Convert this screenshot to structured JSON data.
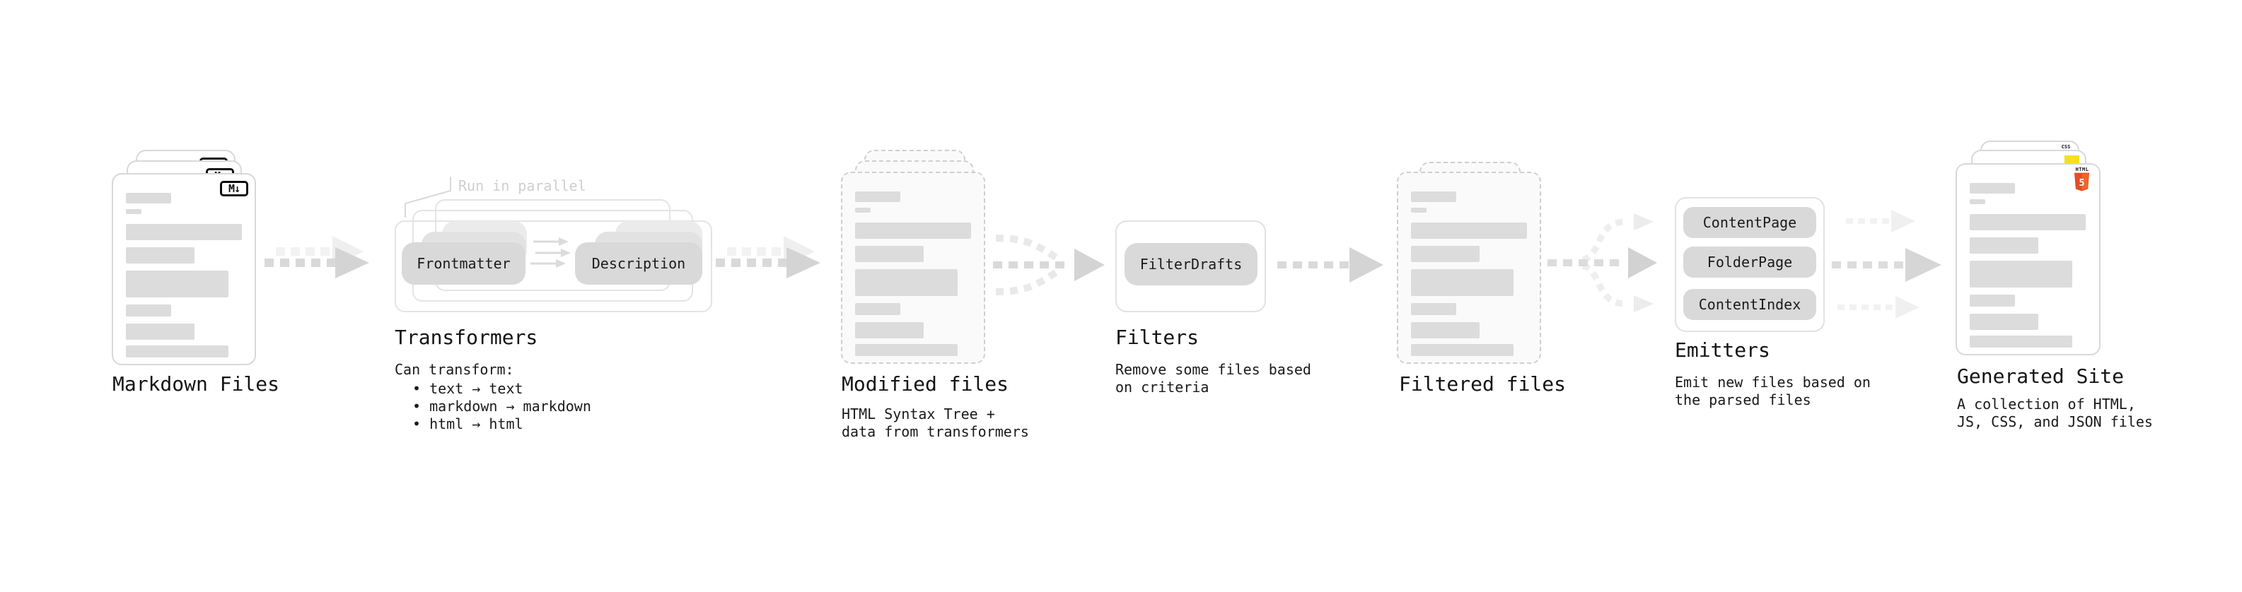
{
  "colors": {
    "pill_gray": "#d9d9d9",
    "arrow_gray": "#d4d4d4",
    "arrow_light": "#efefef",
    "html5_orange": "#e44d26",
    "html5_orange_light": "#f16529",
    "js_yellow": "#f7df1e",
    "css_blue": "#2d65e8"
  },
  "stages": {
    "markdown_files": {
      "title": "Markdown Files",
      "badge": "M↓"
    },
    "transformers": {
      "annotation": "Run in parallel",
      "pills": [
        "Frontmatter",
        "Description"
      ],
      "title": "Transformers",
      "description_heading": "Can transform:",
      "bullets": [
        "• text → text",
        "• markdown → markdown",
        "• html → html"
      ]
    },
    "modified_files": {
      "title": "Modified files",
      "subtitle": "HTML Syntax Tree +\ndata from transformers"
    },
    "filters": {
      "title": "Filters",
      "pill": "FilterDrafts",
      "subtitle": "Remove some files based\non criteria"
    },
    "filtered_files": {
      "title": "Filtered files"
    },
    "emitters": {
      "title": "Emitters",
      "pills": [
        "ContentPage",
        "FolderPage",
        "ContentIndex"
      ],
      "subtitle": "Emit new files based on\nthe parsed files"
    },
    "generated_site": {
      "title": "Generated Site",
      "subtitle": "A collection of HTML,\nJS, CSS, and JSON files",
      "badges": {
        "css_label": "CSS",
        "html_label": "HTML",
        "html_number": "5"
      }
    }
  }
}
